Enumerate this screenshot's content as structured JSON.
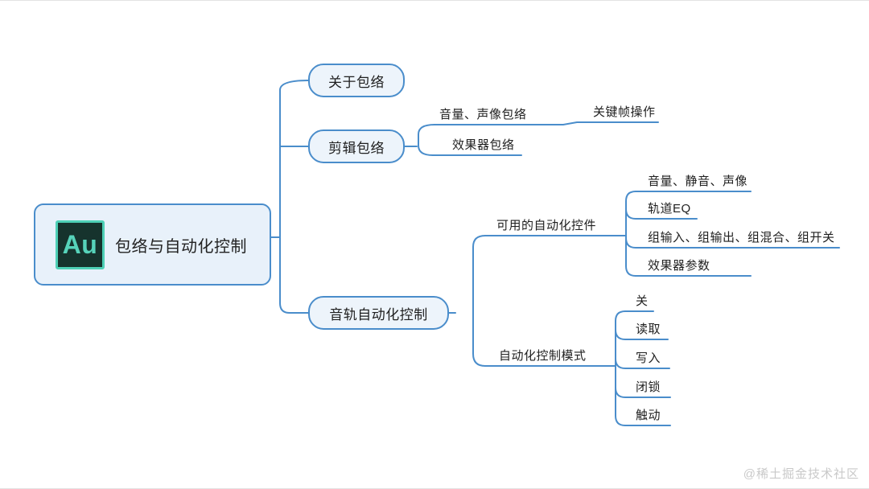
{
  "colors": {
    "line": "#4a8dcb",
    "node_fill": "#edf4fb",
    "node_border": "#4a8dcb",
    "text": "#1f1f1f",
    "logo_bg": "#16332d",
    "logo_accent": "#4ed0b6",
    "watermark": "#c9c9c9"
  },
  "root": {
    "logo_text": "Au",
    "label": "包络与自动化控制"
  },
  "branches": {
    "about": {
      "label": "关于包络"
    },
    "clip": {
      "label": "剪辑包络",
      "children": {
        "volume_pan": {
          "label": "音量、声像包络",
          "child": {
            "label": "关键帧操作"
          }
        },
        "effects": {
          "label": "效果器包络"
        }
      }
    },
    "track": {
      "label": "音轨自动化控制",
      "children": {
        "controls": {
          "label": "可用的自动化控件",
          "items": [
            "音量、静音、声像",
            "轨道EQ",
            "组输入、组输出、组混合、组开关",
            "效果器参数"
          ]
        },
        "modes": {
          "label": "自动化控制模式",
          "items": [
            "关",
            "读取",
            "写入",
            "闭锁",
            "触动"
          ]
        }
      }
    }
  },
  "watermark": "@稀土掘金技术社区"
}
